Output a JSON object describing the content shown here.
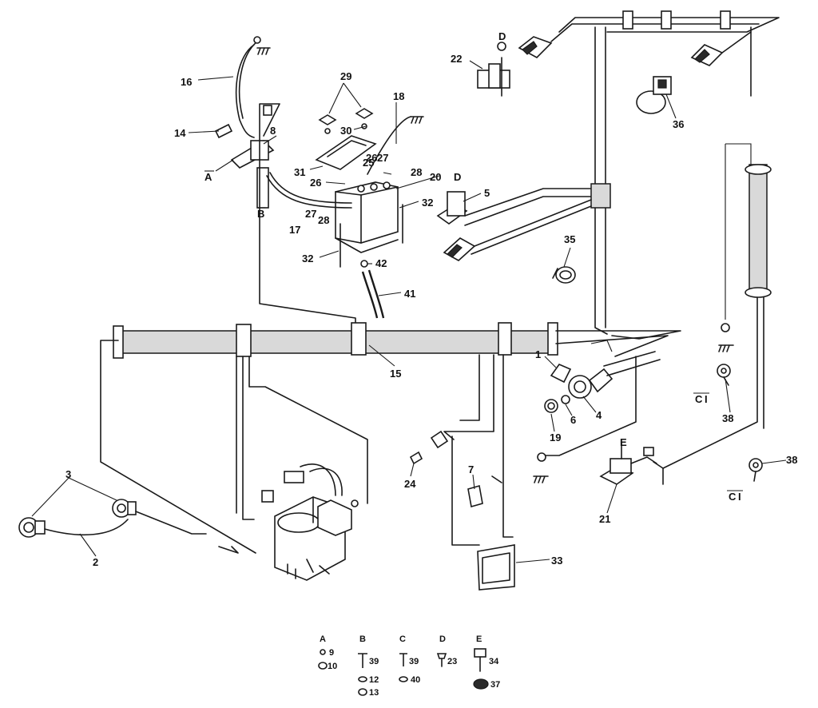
{
  "callouts": {
    "c1": "1",
    "c2": "2",
    "c3": "3",
    "c4": "4",
    "c5": "5",
    "c6": "6",
    "c7": "7",
    "c8": "8",
    "c14": "14",
    "c15": "15",
    "c16": "16",
    "c17": "17",
    "c18": "18",
    "c19": "19",
    "c20": "20",
    "c21": "21",
    "c22": "22",
    "c24": "24",
    "c25": "25",
    "c26a": "26",
    "c26b": "26",
    "c27a": "27",
    "c27b": "27",
    "c28a": "28",
    "c28b": "28",
    "c29": "29",
    "c30": "30",
    "c31": "31",
    "c32a": "32",
    "c32b": "32",
    "c33": "33",
    "c35": "35",
    "c36": "36",
    "c38a": "38",
    "c38b": "38",
    "c41": "41",
    "c42": "42"
  },
  "letters": {
    "A": "A",
    "B": "B",
    "D1": "D",
    "D2": "D",
    "E": "E",
    "C1": "C",
    "C2": "C"
  },
  "legend": {
    "groups": [
      {
        "letter": "A",
        "items": [
          "9",
          "10"
        ]
      },
      {
        "letter": "B",
        "items": [
          "39",
          "12",
          "13"
        ]
      },
      {
        "letter": "C",
        "items": [
          "39",
          "40"
        ]
      },
      {
        "letter": "D",
        "items": [
          "23"
        ]
      },
      {
        "letter": "E",
        "items": [
          "34",
          "37"
        ]
      }
    ]
  }
}
